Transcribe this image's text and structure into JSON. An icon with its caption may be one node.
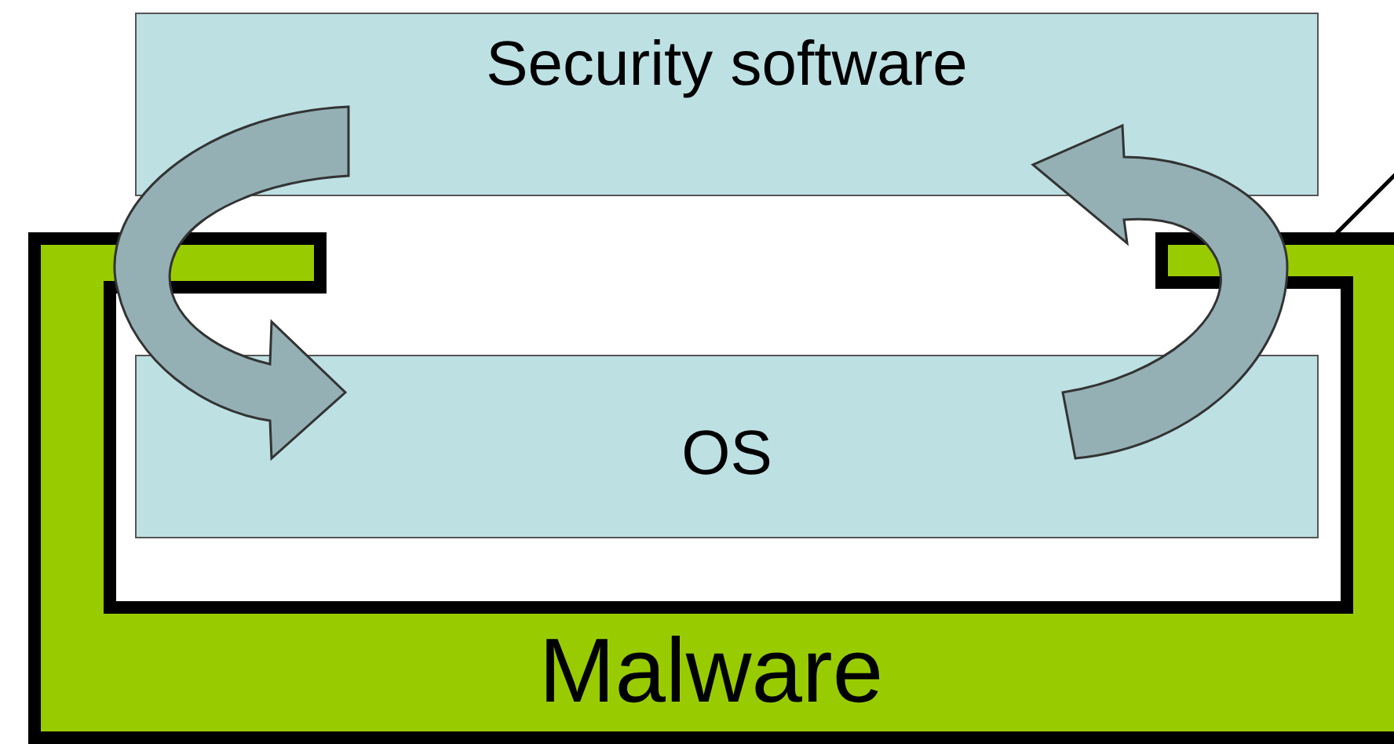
{
  "diagram": {
    "nodes": [
      {
        "text": [
          "Security software"
        ]
      },
      {
        "text": [
          "OS"
        ]
      },
      {
        "text": [
          "Malware"
        ]
      }
    ],
    "edges": [
      {
        "from": 0,
        "to": 1,
        "arrow": "to"
      },
      {
        "from": 1,
        "to": 0,
        "arrow": "to"
      },
      {
        "from": 2,
        "to": null,
        "arrow": "none"
      }
    ]
  }
}
